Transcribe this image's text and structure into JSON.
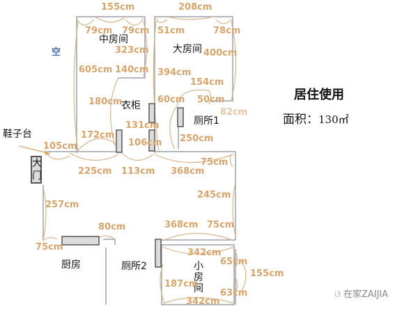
{
  "summary": {
    "title": "居住使用",
    "area_label": "面积：",
    "area_value": "130㎡"
  },
  "rooms": {
    "middle_room": "中房间",
    "big_room": "大房间",
    "wardrobe": "衣柜",
    "toilet1": "厕所1",
    "shoe_cabinet": "鞋子台",
    "main_door": "大门",
    "kitchen": "厨房",
    "toilet2": "厕所2",
    "small_room": "小房间",
    "empty": "空"
  },
  "dimensions": {
    "mid_top": "155cm",
    "mid_left_top": "79cm",
    "mid_right_top": "79cm",
    "mid_323": "323cm",
    "mid_605": "605cm",
    "mid_140": "140cm",
    "ward_180": "180cm",
    "big_top": "208cm",
    "big_51": "51cm",
    "big_78": "78cm",
    "big_400": "400cm",
    "big_394": "394cm",
    "t1_154": "154cm",
    "t1_60": "60cm",
    "t1_50": "50cm",
    "t1_82": "82cm",
    "t1_250": "250cm",
    "d_131": "131cm",
    "d_106": "106cm",
    "d_172": "172cm",
    "d_105": "105cm",
    "h_225": "225cm",
    "h_113": "113cm",
    "h_368a": "368cm",
    "h_75a": "75cm",
    "h_245": "245cm",
    "h_257": "257cm",
    "k_80": "80cm",
    "k_75": "75cm",
    "h_368b": "368cm",
    "h_75b": "75cm",
    "s_342a": "342cm",
    "s_65": "65cm",
    "s_155": "155cm",
    "s_187": "187cm",
    "s_63": "63cm",
    "s_342b": "342cm"
  },
  "watermark": {
    "text": "在家ZAIJIA"
  },
  "colors": {
    "dimension_text": "#d8a46c",
    "wall": "#9aa0ad",
    "door_fill": "#dcdcdc",
    "door_border": "#555555",
    "arc": "#d9b48c",
    "empty_label": "#4a6aa8"
  }
}
